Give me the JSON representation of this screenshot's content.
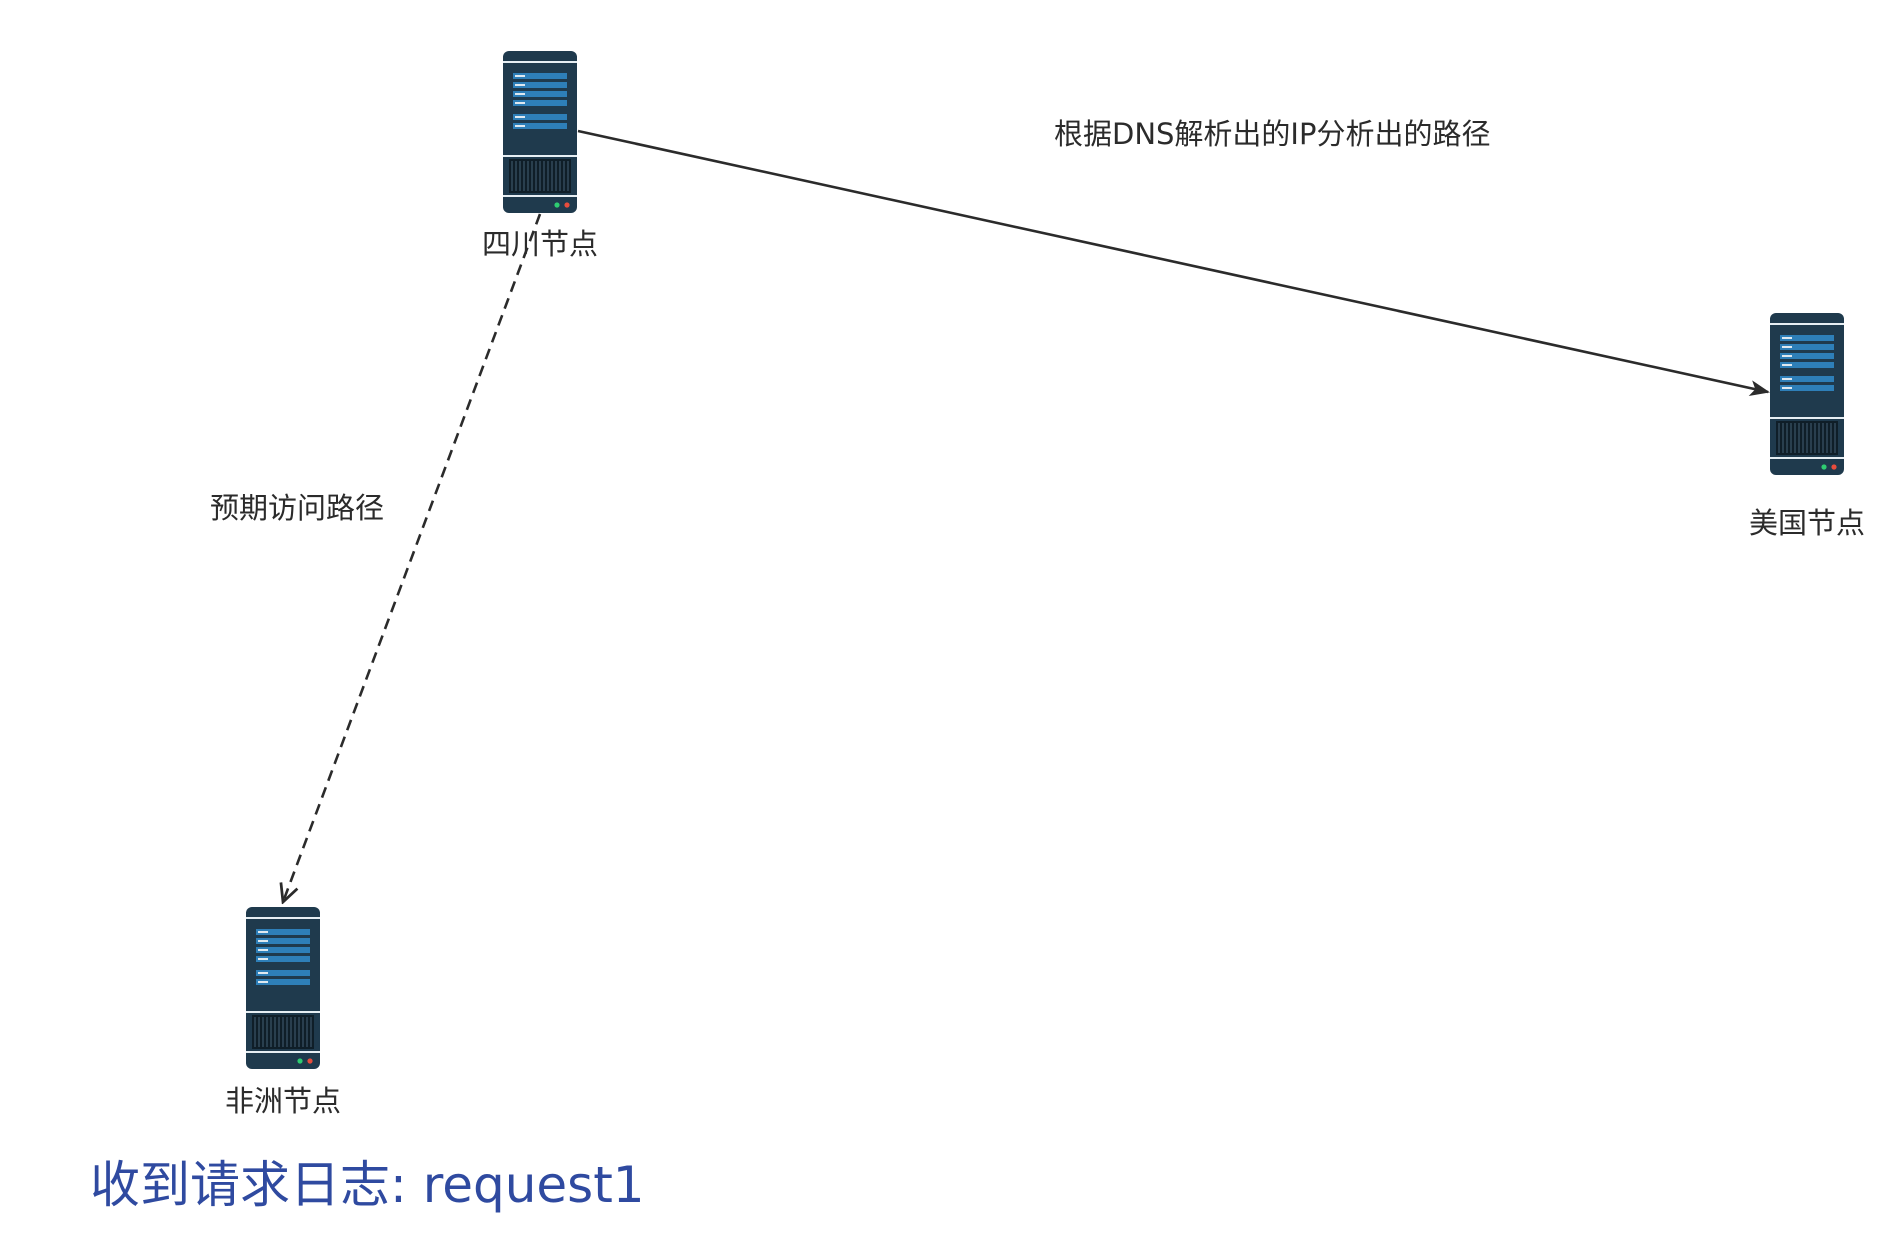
{
  "nodes": {
    "sichuan": {
      "label": "四川节点"
    },
    "usa": {
      "label": "美国节点"
    },
    "africa": {
      "label": "非洲节点"
    }
  },
  "edges": {
    "dns_path": {
      "label": "根据DNS解析出的IP分析出的路径",
      "style": "solid"
    },
    "expected_path": {
      "label": "预期访问路径",
      "style": "dashed"
    }
  },
  "log": {
    "text": "收到请求日志: request1"
  },
  "colors": {
    "server_body": "#1f3a4d",
    "server_slot": "#2e7fb8",
    "server_led_green": "#2ecc71",
    "server_led_red": "#e74c3c",
    "edge": "#2b2b2b",
    "log_text": "#2f4aa0"
  }
}
